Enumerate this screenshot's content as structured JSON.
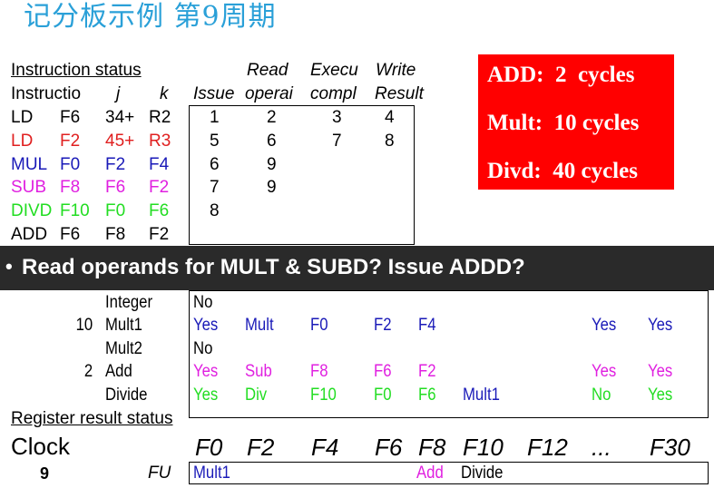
{
  "title": "记分板示例 第9周期",
  "colors": {
    "title": "#2aa0d8",
    "red": "#e02020",
    "blue": "#1a1ab8",
    "magenta": "#e020e0",
    "green": "#22dd22",
    "bar": "#2a2a2a",
    "latency_box": "#ff0000"
  },
  "instruction_status": {
    "heading": "Instruction status",
    "col_headers_top": [
      "Read",
      "Execu",
      "Write"
    ],
    "col_headers": [
      "Instructio",
      "j",
      "k",
      "Issue",
      "operai",
      "compl",
      "Result"
    ],
    "rows": [
      {
        "op": "LD",
        "dest": "F6",
        "j": "34+",
        "k": "R2",
        "issue": "1",
        "read": "2",
        "exec": "3",
        "write": "4",
        "color": "#000000"
      },
      {
        "op": "LD",
        "dest": "F2",
        "j": "45+",
        "k": "R3",
        "issue": "5",
        "read": "6",
        "exec": "7",
        "write": "8",
        "color": "#e02020"
      },
      {
        "op": "MUL",
        "dest": "F0",
        "j": "F2",
        "k": "F4",
        "issue": "6",
        "read": "9",
        "exec": "",
        "write": "",
        "color": "#1a1ab8"
      },
      {
        "op": "SUB",
        "dest": "F8",
        "j": "F6",
        "k": "F2",
        "issue": "7",
        "read": "9",
        "exec": "",
        "write": "",
        "color": "#e020e0"
      },
      {
        "op": "DIVD",
        "dest": "F10",
        "j": "F0",
        "k": "F6",
        "issue": "8",
        "read": "",
        "exec": "",
        "write": "",
        "color": "#22dd22"
      },
      {
        "op": "ADD",
        "dest": "F6",
        "j": "F8",
        "k": "F2",
        "issue": "",
        "read": "",
        "exec": "",
        "write": "",
        "color": "#000000"
      }
    ]
  },
  "latencies": [
    "ADD:  2  cycles",
    "Mult:  10 cycles",
    "Divd:  40 cycles"
  ],
  "question": "Read operands for MULT & SUBD? Issue ADDD?",
  "functional_units": [
    {
      "time": "",
      "name": "Integer",
      "cells": [
        "No",
        "",
        "",
        "",
        "",
        "",
        "",
        ""
      ],
      "colors": [
        "#000000"
      ]
    },
    {
      "time": "10",
      "name": "Mult1",
      "cells": [
        "Yes",
        "Mult",
        "F0",
        "F2",
        "F4",
        "",
        "Yes",
        "Yes"
      ],
      "colors": [
        "#1a1ab8",
        "#1a1ab8",
        "#1a1ab8",
        "#1a1ab8",
        "#1a1ab8",
        "#1a1ab8",
        "#1a1ab8",
        "#1a1ab8"
      ]
    },
    {
      "time": "",
      "name": "Mult2",
      "cells": [
        "No",
        "",
        "",
        "",
        "",
        "",
        "",
        ""
      ],
      "colors": [
        "#000000"
      ]
    },
    {
      "time": "2",
      "name": "Add",
      "cells": [
        "Yes",
        "Sub",
        "F8",
        "F6",
        "F2",
        "",
        "Yes",
        "Yes"
      ],
      "colors": [
        "#e020e0",
        "#e020e0",
        "#e020e0",
        "#e020e0",
        "#e020e0",
        "#e020e0",
        "#e020e0",
        "#e020e0"
      ]
    },
    {
      "time": "",
      "name": "Divide",
      "cells": [
        "Yes",
        "Div",
        "F10",
        "F0",
        "F6",
        "Mult1",
        "No",
        "Yes"
      ],
      "colors": [
        "#22dd22",
        "#22dd22",
        "#22dd22",
        "#22dd22",
        "#22dd22",
        "#1a1ab8",
        "#22dd22",
        "#22dd22"
      ]
    }
  ],
  "register_status": {
    "heading": "Register result status",
    "clock_label": "Clock",
    "clock_value": "9",
    "fu_label": "FU",
    "registers": [
      "F0",
      "F2",
      "F4",
      "F6",
      "F8",
      "F10",
      "F12",
      "...",
      "F30"
    ],
    "values": [
      "Mult1",
      "",
      "",
      "",
      "Add",
      "Divide",
      "",
      "",
      ""
    ],
    "value_colors": [
      "#1a1ab8",
      "",
      "",
      "",
      "#e020e0",
      "#000000",
      "",
      "",
      ""
    ]
  }
}
